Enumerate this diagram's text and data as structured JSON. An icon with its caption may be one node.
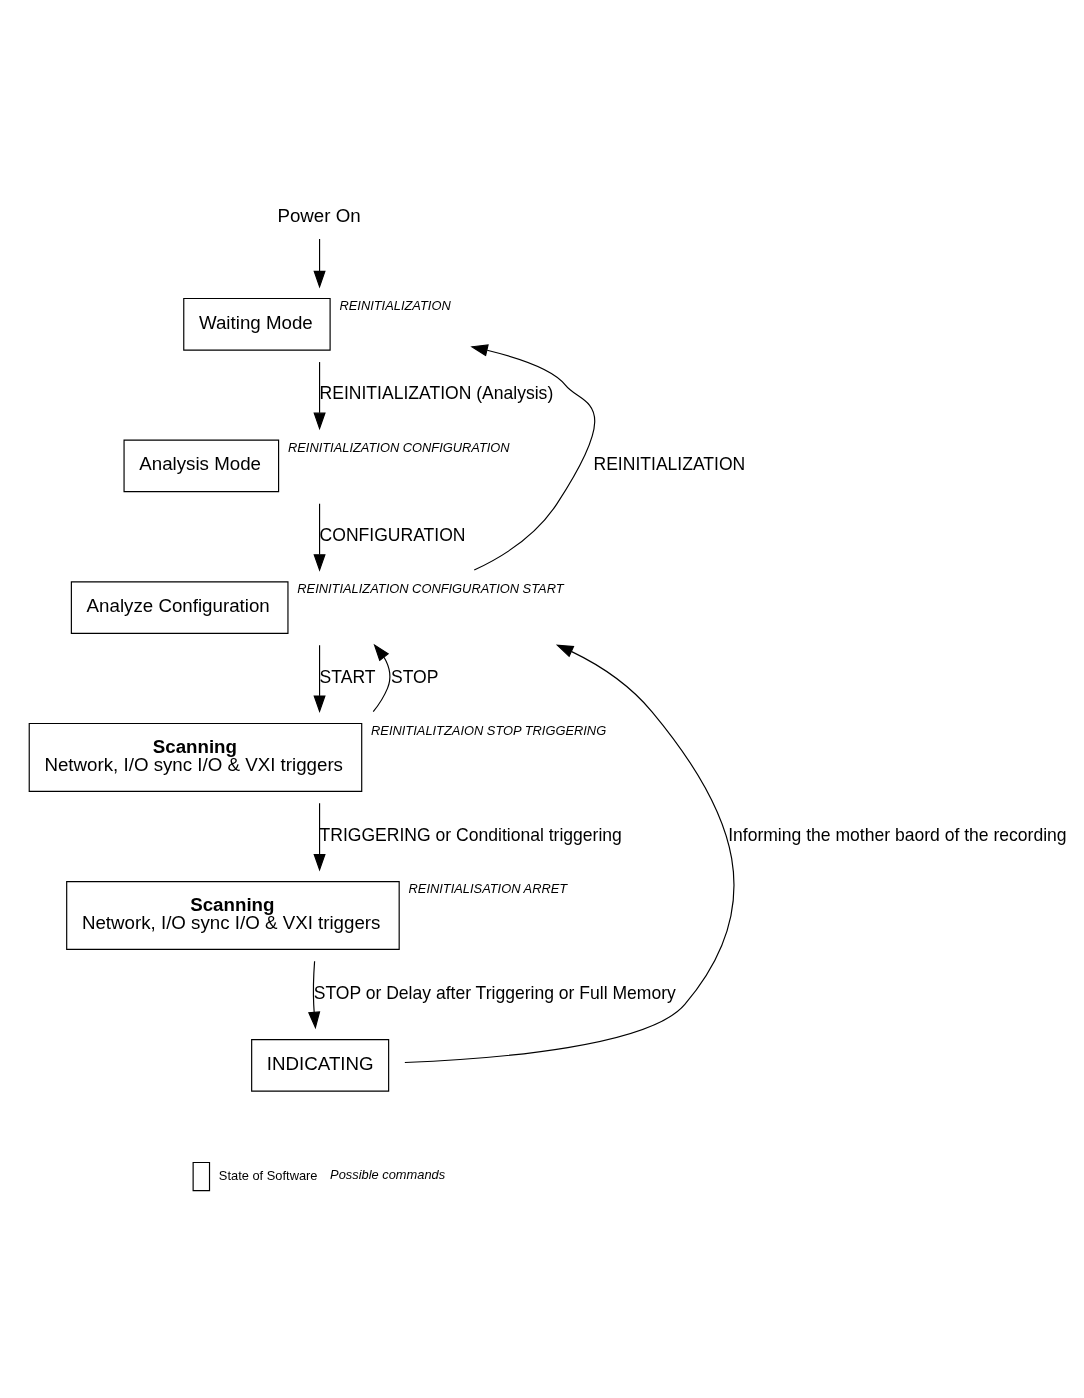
{
  "diagram": {
    "nodes": [
      {
        "text": [
          "Power On"
        ]
      },
      {
        "text": [
          "Waiting Mode"
        ],
        "beside": [
          "REINITIALIZATION"
        ]
      },
      {
        "text": [
          "Analysis Mode"
        ],
        "beside": [
          "REINITIALIZATION CONFIGURATION"
        ]
      },
      {
        "text": [
          "Analyze Configuration"
        ],
        "beside": [
          "REINITIALIZATION CONFIGURATION START"
        ]
      },
      {
        "text": [
          "Scanning",
          "Network, I/O sync I/O & VXI triggers"
        ],
        "beside": [
          "REINITIALITZAION STOP TRIGGERING"
        ]
      },
      {
        "text": [
          "Scanning",
          "Network, I/O sync I/O & VXI triggers"
        ],
        "beside": [
          "REINITIALISATION ARRET"
        ]
      },
      {
        "text": [
          "INDICATING"
        ]
      }
    ],
    "edges": [
      {
        "from": 0,
        "to": 1,
        "arrow": "to"
      },
      {
        "from": 1,
        "to": 2,
        "arrow": "to",
        "label": "REINITIALIZATION (Analysis)"
      },
      {
        "from": 2,
        "to": 3,
        "arrow": "to",
        "label": "CONFIGURATION"
      },
      {
        "from": 3,
        "to": 1,
        "arrow": "to",
        "label": "REINITIALIZATION"
      },
      {
        "from": 3,
        "to": 4,
        "arrow": "to",
        "label": "START"
      },
      {
        "from": 4,
        "to": 3,
        "arrow": "to",
        "label": "STOP"
      },
      {
        "from": 4,
        "to": 5,
        "arrow": "to",
        "label": "TRIGGERING or Conditional triggering"
      },
      {
        "from": 5,
        "to": 6,
        "arrow": "to",
        "label": "STOP or Delay after Triggering or Full Memory"
      },
      {
        "from": 6,
        "to": 3,
        "arrow": "to",
        "label": "Informing the mother baord of the recording"
      }
    ],
    "legend": [
      {
        "text": "State of Software"
      },
      {
        "text": "Possible commands"
      }
    ]
  }
}
